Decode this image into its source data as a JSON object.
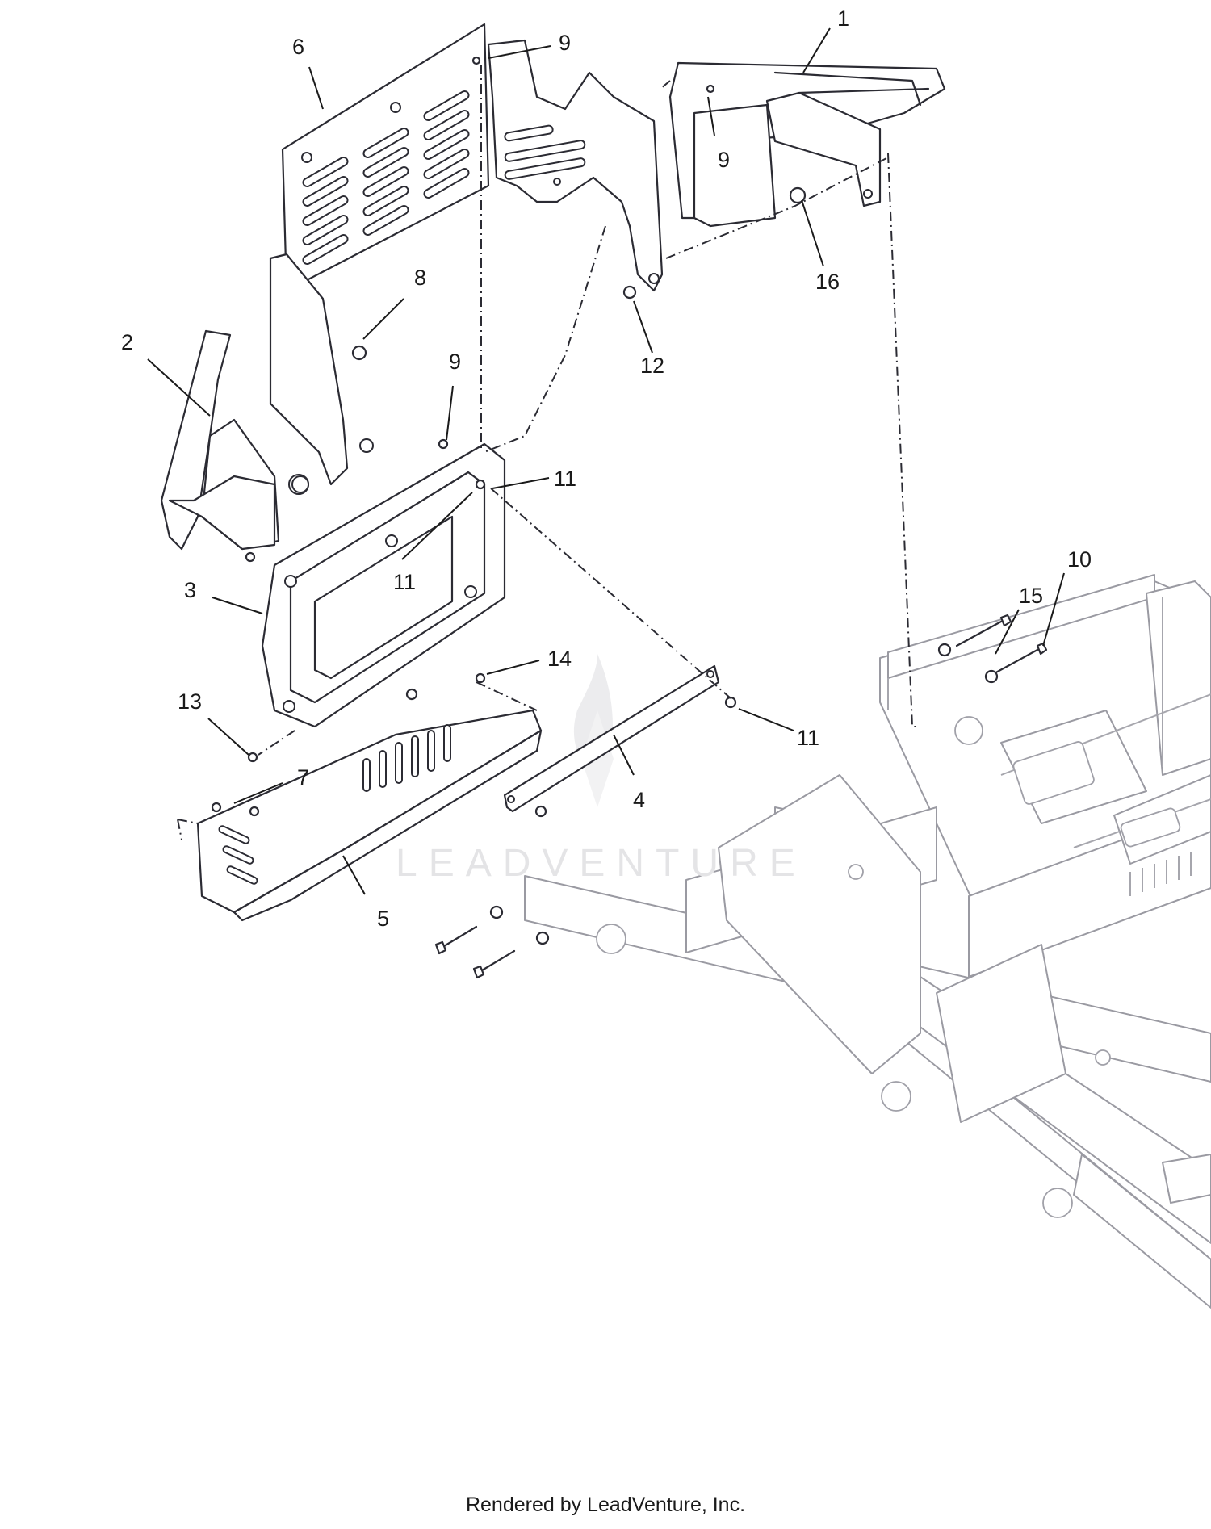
{
  "diagram": {
    "callouts": [
      {
        "label": "1"
      },
      {
        "label": "2"
      },
      {
        "label": "3"
      },
      {
        "label": "4"
      },
      {
        "label": "5"
      },
      {
        "label": "6"
      },
      {
        "label": "7"
      },
      {
        "label": "8"
      },
      {
        "label": "9"
      },
      {
        "label": "9"
      },
      {
        "label": "9"
      },
      {
        "label": "10"
      },
      {
        "label": "11"
      },
      {
        "label": "11"
      },
      {
        "label": "11"
      },
      {
        "label": "12"
      },
      {
        "label": "13"
      },
      {
        "label": "14"
      },
      {
        "label": "15"
      },
      {
        "label": "16"
      }
    ],
    "watermark": "LEADVENTURE",
    "colors": {
      "line": "#2b2b33",
      "frame": "#9a9aa2",
      "watermark": "#e4e4e6"
    }
  },
  "footer": {
    "credit": "Rendered by LeadVenture, Inc."
  }
}
